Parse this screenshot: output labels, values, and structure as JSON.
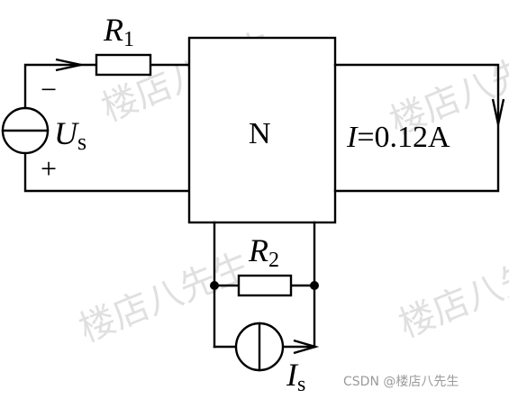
{
  "diagram": {
    "labels": {
      "r1_sym": "R",
      "r1_sub": "1",
      "r2_sym": "R",
      "r2_sub": "2",
      "us_sym": "U",
      "us_sub": "s",
      "is_sym": "I",
      "is_sub": "s",
      "network": "N",
      "current_sym": "I",
      "current_val": "=0.12A",
      "minus": "−",
      "plus": "+"
    },
    "watermark": "楼店八先生",
    "credit": "CSDN @楼店八先生"
  }
}
